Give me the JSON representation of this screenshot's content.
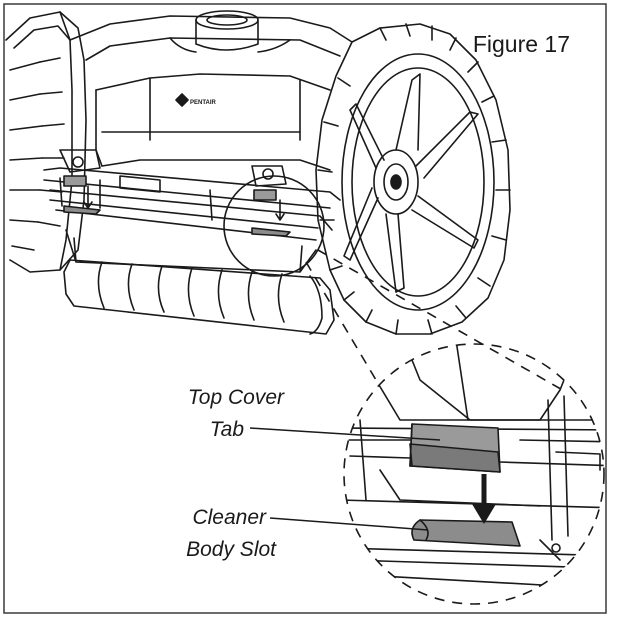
{
  "figure": {
    "title": "Figure 17",
    "callouts": [
      {
        "lines": [
          "Top Cover",
          "Tab"
        ]
      },
      {
        "lines": [
          "Cleaner",
          "Body Slot"
        ]
      }
    ],
    "brand_logo_text": "PENTAIR"
  },
  "colors": {
    "line": "#1a1a1a",
    "frame": "#3a3a3a",
    "tab_fill": "#9a9a9a",
    "slot_fill": "#8c8c8c",
    "background": "#ffffff"
  }
}
